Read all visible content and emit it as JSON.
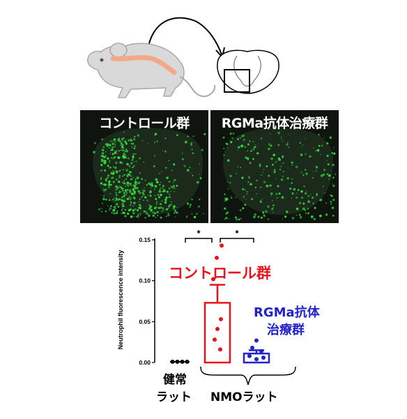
{
  "panels": {
    "control_label": "コントロール群",
    "treatment_label": "RGMa抗体治療群"
  },
  "annotations": {
    "control_label": "コントロール群",
    "treatment_line1": "RGMa抗体",
    "treatment_line2": "治療群",
    "healthy_line1": "健常",
    "healthy_line2": "ラット",
    "nmo_label": "NMOラット",
    "sig1": "*",
    "sig2": "*"
  },
  "colors": {
    "control": "#e8141c",
    "treatment": "#2222cc",
    "healthy": "#000000",
    "fluorescence": "#35e040"
  },
  "chart_data": {
    "type": "bar",
    "ylabel": "Neutrophil fluorescence intensity",
    "ylim": [
      0,
      0.15
    ],
    "yticks": [
      0.0,
      0.05,
      0.1,
      0.15
    ],
    "ytick_labels": [
      "0.00",
      "0.05",
      "0.10",
      "0.15"
    ],
    "groups": [
      {
        "key": "healthy",
        "mean": 0.001,
        "sem": 0.0005,
        "points": [
          0.001,
          0.001,
          0.001,
          0.001
        ]
      },
      {
        "key": "control",
        "mean": 0.073,
        "sem": 0.022,
        "points": [
          0.143,
          0.128,
          0.102,
          0.053,
          0.041,
          0.028,
          0.016
        ]
      },
      {
        "key": "treatment",
        "mean": 0.011,
        "sem": 0.004,
        "points": [
          0.027,
          0.018,
          0.014,
          0.008,
          0.006,
          0.004
        ]
      }
    ]
  }
}
